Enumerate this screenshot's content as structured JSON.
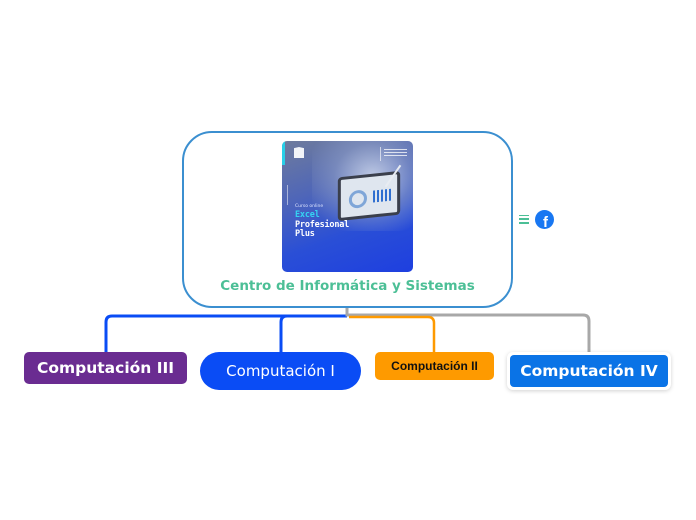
{
  "central": {
    "label": "Centro de Informática y Sistemas",
    "image": {
      "kicker": "Curso online",
      "title_lines": [
        "Excel",
        "Profesional",
        "Plus"
      ]
    },
    "border_color": "#3b8fd0",
    "label_color": "#4cbf96"
  },
  "side_icons": {
    "notes_icon": "hamburger-icon",
    "social_icon": "facebook-icon",
    "facebook_glyph": "f"
  },
  "branches": [
    {
      "label": "Computación III",
      "color": "#6a2c91",
      "line_color": "#0a4cf5"
    },
    {
      "label": "Computación I",
      "color": "#0a4cf5",
      "line_color": "#0a4cf5"
    },
    {
      "label": "Computación II",
      "color": "#fe9a00",
      "line_color": "#fe9a00"
    },
    {
      "label": "Computación IV",
      "color": "#0a73e6",
      "line_color": "#a8a8a8"
    }
  ]
}
